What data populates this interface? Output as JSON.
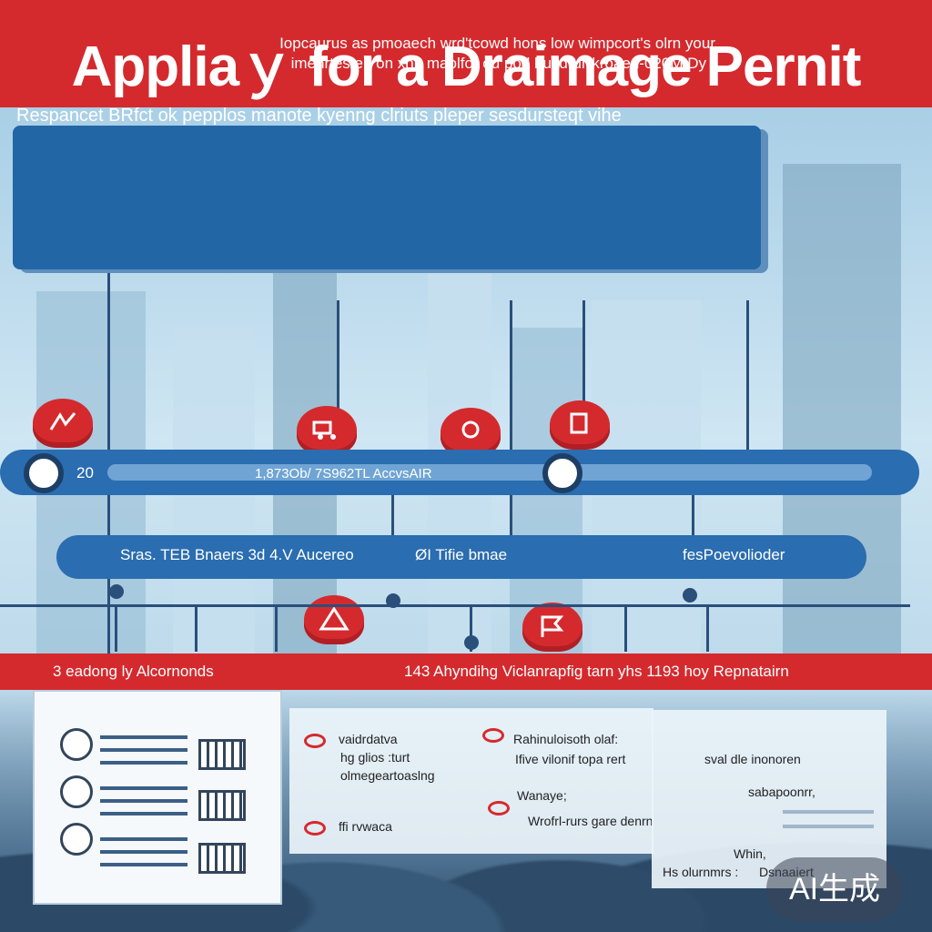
{
  "title": "Appliaｙ for a Draimage Pernit",
  "intro": {
    "line1": "Iopcaurus as pmoaech wrd'tcowd hons low wimpcort's olrn your",
    "line2": "imenrtes en on xhir maolfor ou pod hultdrur-kroaed-020M Dy",
    "line3": "Respancet BRfct ok pepplos manote kyenng clriuts pleper sesdursteqt vihe"
  },
  "timeline1": {
    "num": "20",
    "text": "1,873Ob/ 7S962TL AccvsAIR"
  },
  "timeline2": {
    "t1": "Sras. TEB Bnaers 3d 4.V Aucereo",
    "t2": "ØI Tifie bmae",
    "t3": "fesPoevolioder"
  },
  "red_bar": {
    "t1": "3 eadong ly Alcornonds",
    "t2": "143 Ahyndihg Viclanrapfig tarn yhs 1193 hoy Repnatairn"
  },
  "card_mid": {
    "a1": "vaidrdatva",
    "a2": "hg glios :turt",
    "a3": "olmegeartoaslng",
    "b1": "Rahinuloisoth olaf:",
    "b2": "Ifive vilonif topa rert",
    "b3": "Wanaye;",
    "c1": "ffi rvwaca",
    "c2": "Wrofrl-rurs gare denrn"
  },
  "card_right": {
    "r1": "sval dle inonoren",
    "r2": "sabapoonrr,",
    "r3": "Whin,",
    "r4": "Hs olurnmrs :",
    "r5": "Dsnaaiert"
  },
  "badge": "AI生成",
  "colors": {
    "brand_red": "#d42a2e",
    "brand_blue": "#2266a6",
    "navy": "#1d3f66"
  }
}
